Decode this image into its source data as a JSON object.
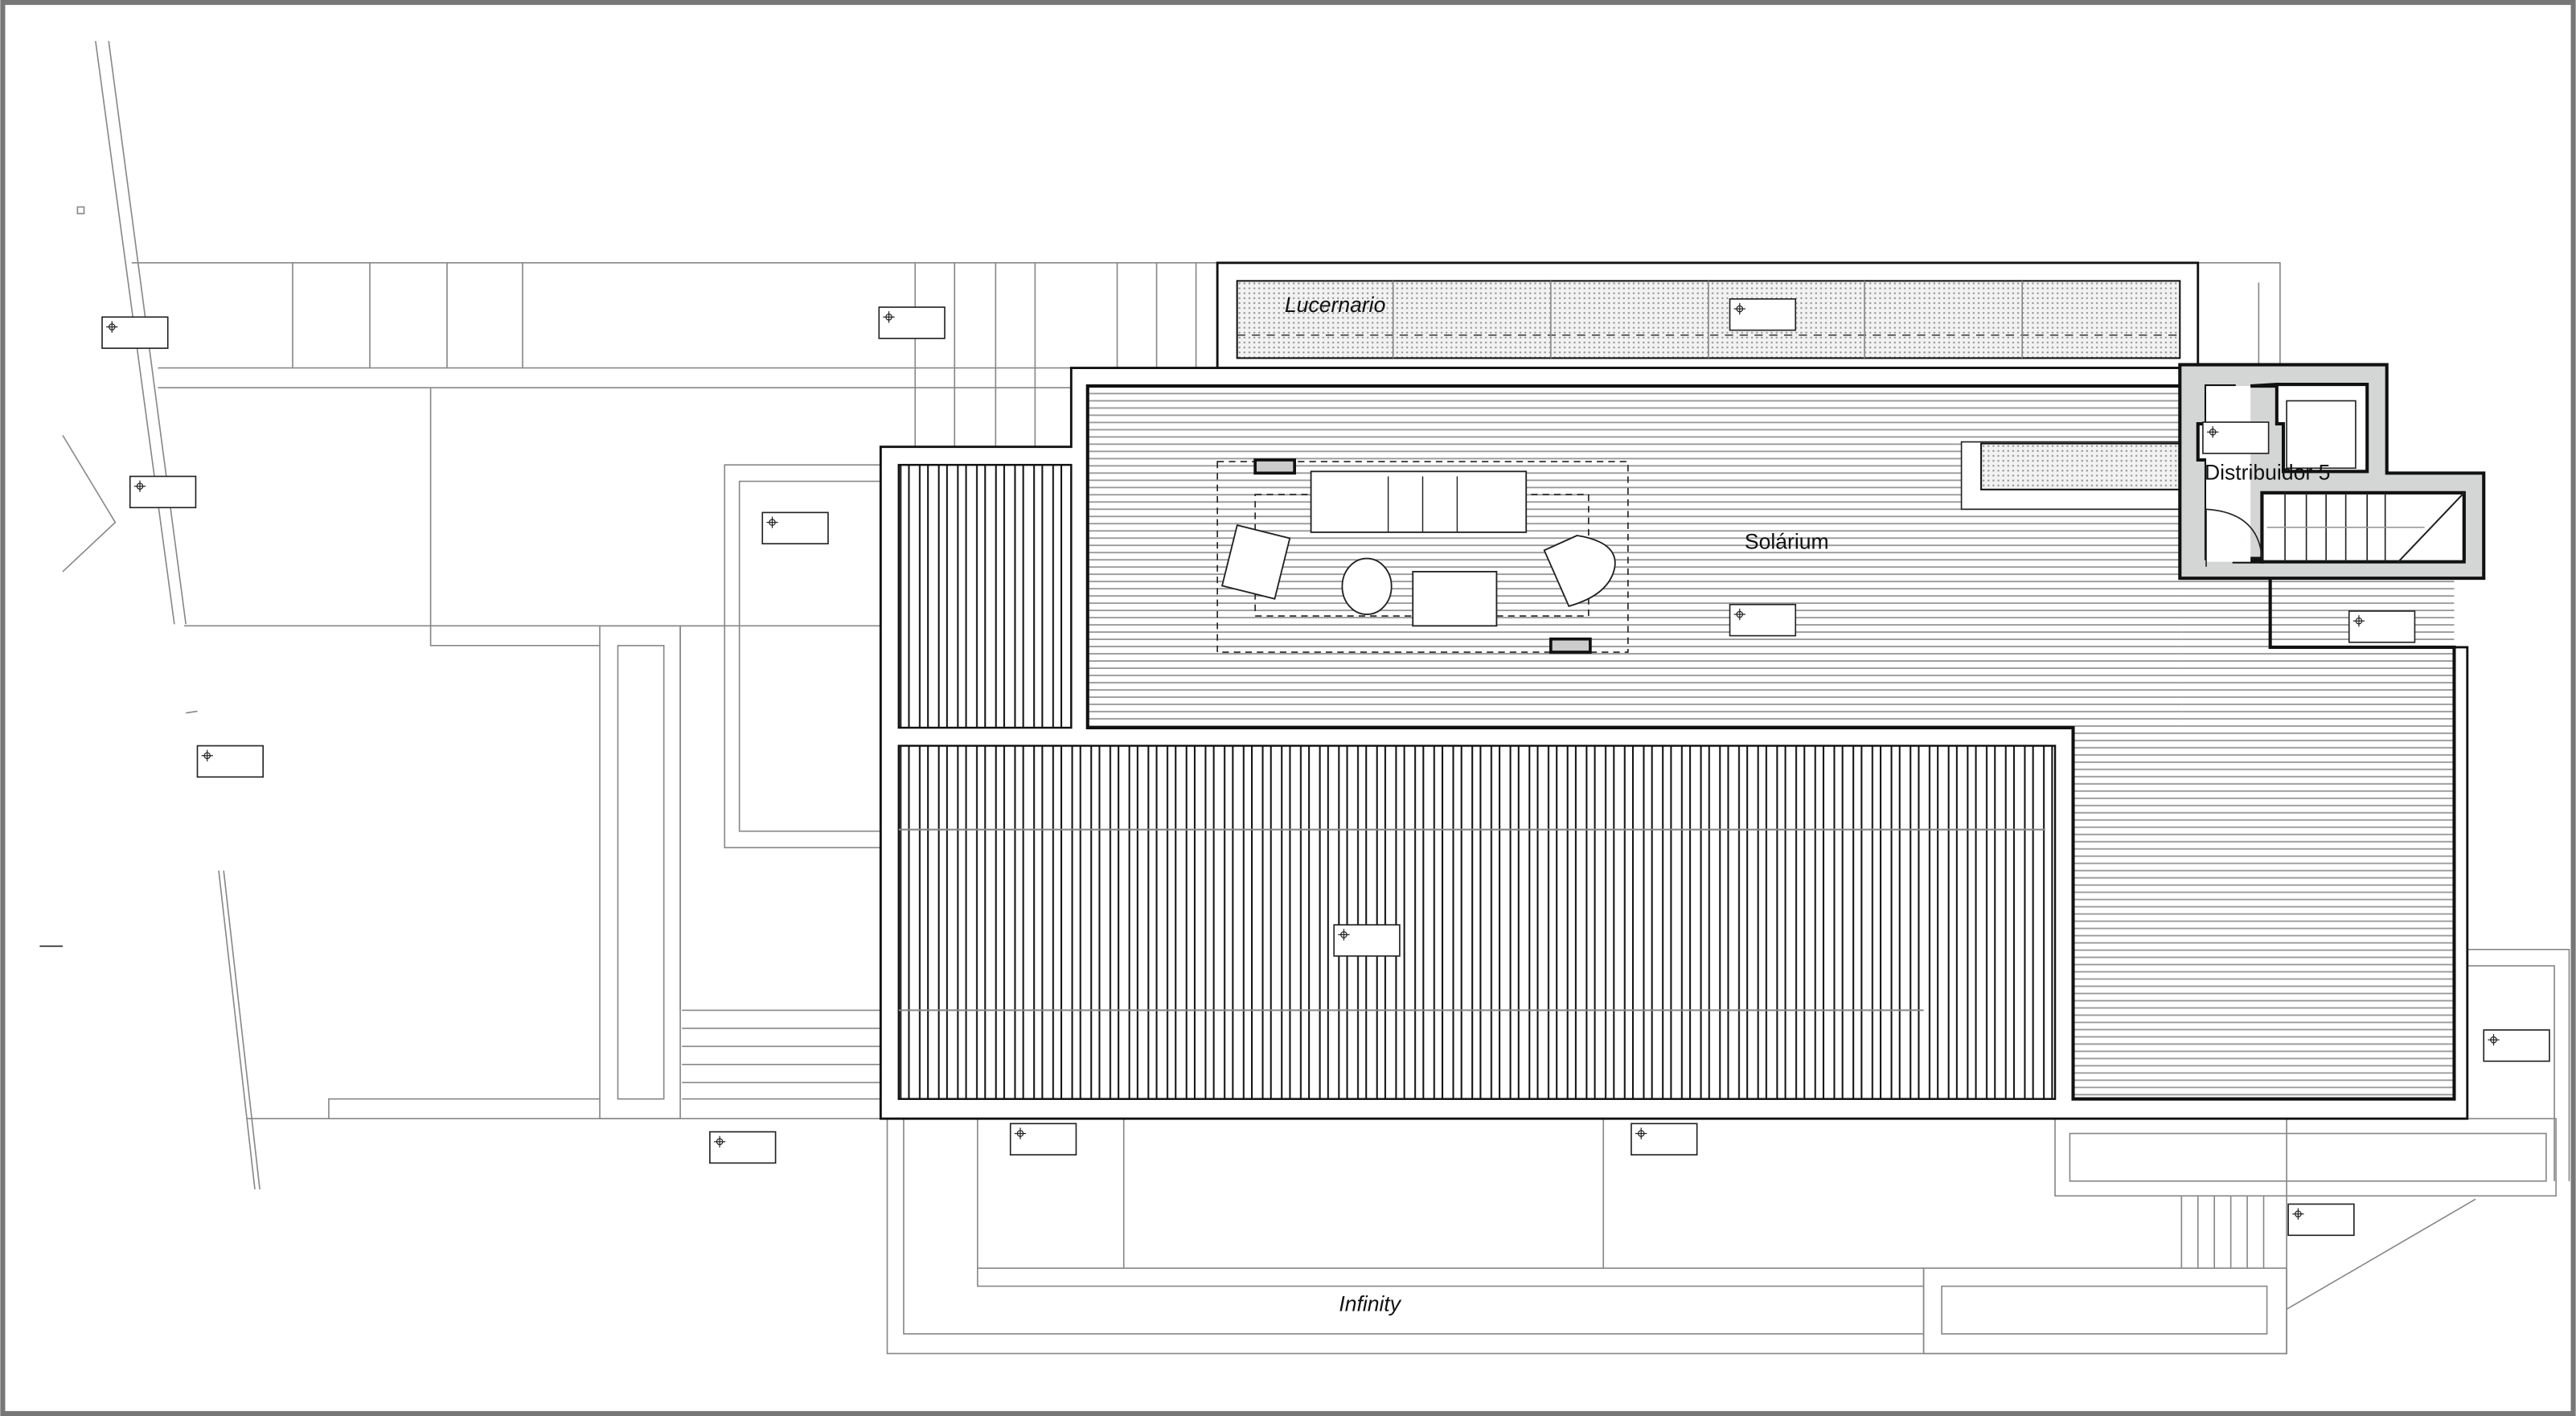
{
  "labels": {
    "lucernario": "Lucernario",
    "solarium": "Solárium",
    "distribuidor": "Distribuidor 5",
    "infinity": "Infinity"
  },
  "colors": {
    "frame": "#777777",
    "wall_fill": "#d4d6d6",
    "line": "#111111",
    "secondary_line": "#888888"
  },
  "icons": {
    "tag": "crosshair-tag-icon"
  }
}
